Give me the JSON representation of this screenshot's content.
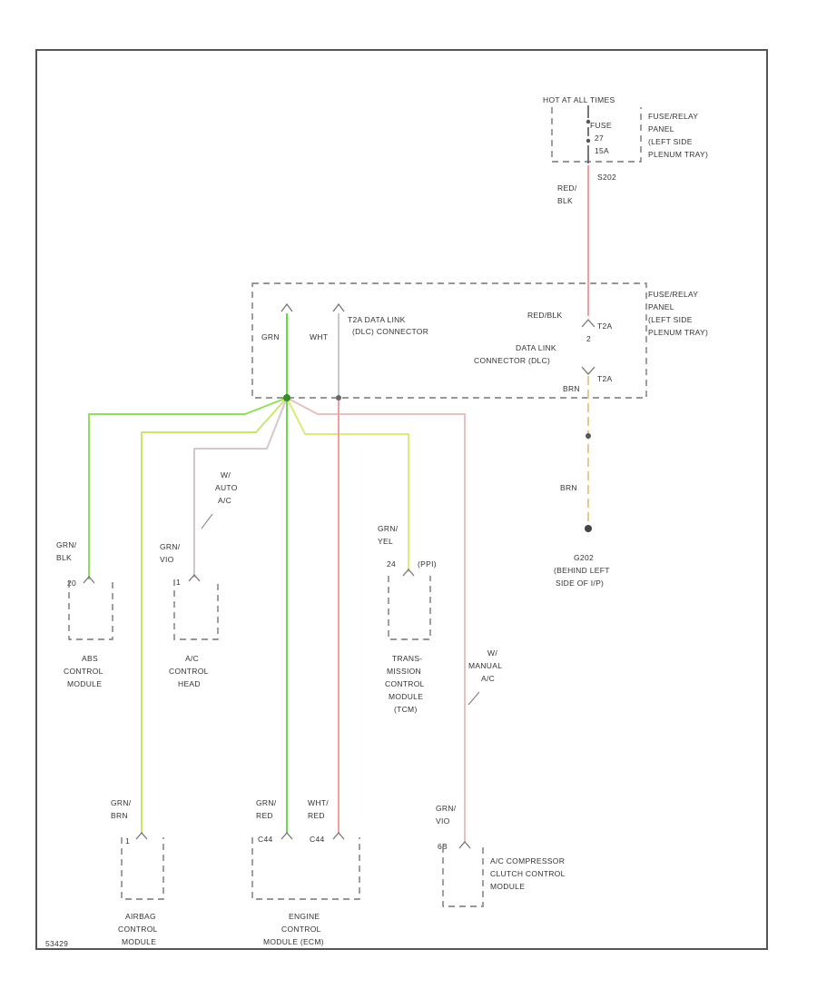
{
  "colors": {
    "grn": "#8de05c",
    "grn_bright": "#5ee03c",
    "grn_yel": "#d8ec7a",
    "red": "#f0a0a0",
    "pink": "#e8c0c0",
    "wht": "#c8c8c8",
    "brn": "#e8c890",
    "frame": "#555555",
    "dashed": "#777777"
  },
  "labels": {
    "hot_at_all_times": "HOT AT ALL TIMES",
    "fuse_line1": "FUSE",
    "fuse_line2": "27",
    "fuse_line3": "15A",
    "fuse_relay_panel_top": [
      "FUSE/RELAY",
      "PANEL",
      "(LEFT SIDE",
      "PLENUM TRAY)"
    ],
    "fuse_relay_panel_mid": [
      "FUSE/RELAY",
      "PANEL",
      "(LEFT SIDE",
      "PLENUM TRAY)"
    ],
    "splice": "S202",
    "red_blk_wire": [
      "RED/",
      "BLK"
    ],
    "red_blk_inline": "RED/BLK",
    "t2a_top": "T2A",
    "t2a_bottom": "T2A",
    "dlc_right_num": "2",
    "dlc_right": [
      "DATA LINK",
      "CONNECTOR (DLC)"
    ],
    "dlc_left": [
      "T2A  DATA LINK",
      "(DLC) CONNECTOR"
    ],
    "grn_dlc": "GRN",
    "wht_dlc": "WHT",
    "brn_upper": "BRN",
    "brn_lower": "BRN",
    "ground_label": [
      "G202",
      "(BEHIND LEFT",
      "SIDE OF I/P)"
    ],
    "auto_ac_note": [
      "W/",
      "AUTO",
      "A/C"
    ],
    "manual_ac_note": [
      "W/",
      "MANUAL",
      "A/C"
    ],
    "abs_wire": [
      "GRN/",
      "BLK"
    ],
    "abs_pin": "20",
    "abs_module": [
      "ABS",
      "CONTROL",
      "MODULE"
    ],
    "ac_head_wire": [
      "GRN/",
      "VIO"
    ],
    "ac_head_pin": "1",
    "ac_head": [
      "A/C",
      "CONTROL",
      "HEAD"
    ],
    "tcm_wire": [
      "GRN/",
      "YEL"
    ],
    "tcm_pin": "24",
    "tcm_pin_note": "(PPI)",
    "tcm_module": [
      "TRANS-",
      "MISSION",
      "CONTROL",
      "MODULE",
      "(TCM)"
    ],
    "airbag_wire": [
      "GRN/",
      "BRN"
    ],
    "airbag_pin": "1",
    "airbag_module": [
      "AIRBAG",
      "CONTROL",
      "MODULE"
    ],
    "ecm_wire_grn": [
      "GRN/",
      "RED"
    ],
    "ecm_wire_wht": [
      "WHT/",
      "RED"
    ],
    "ecm_pin_left": "C44",
    "ecm_pin_right": "C44",
    "ecm_module": [
      "ENGINE",
      "CONTROL",
      "MODULE (ECM)"
    ],
    "accm_wire": [
      "GRN/",
      "VIO"
    ],
    "accm_pin": "6B",
    "accm_module": [
      "A/C COMPRESSOR",
      "CLUTCH CONTROL",
      "MODULE"
    ],
    "footer_code": "53429"
  }
}
